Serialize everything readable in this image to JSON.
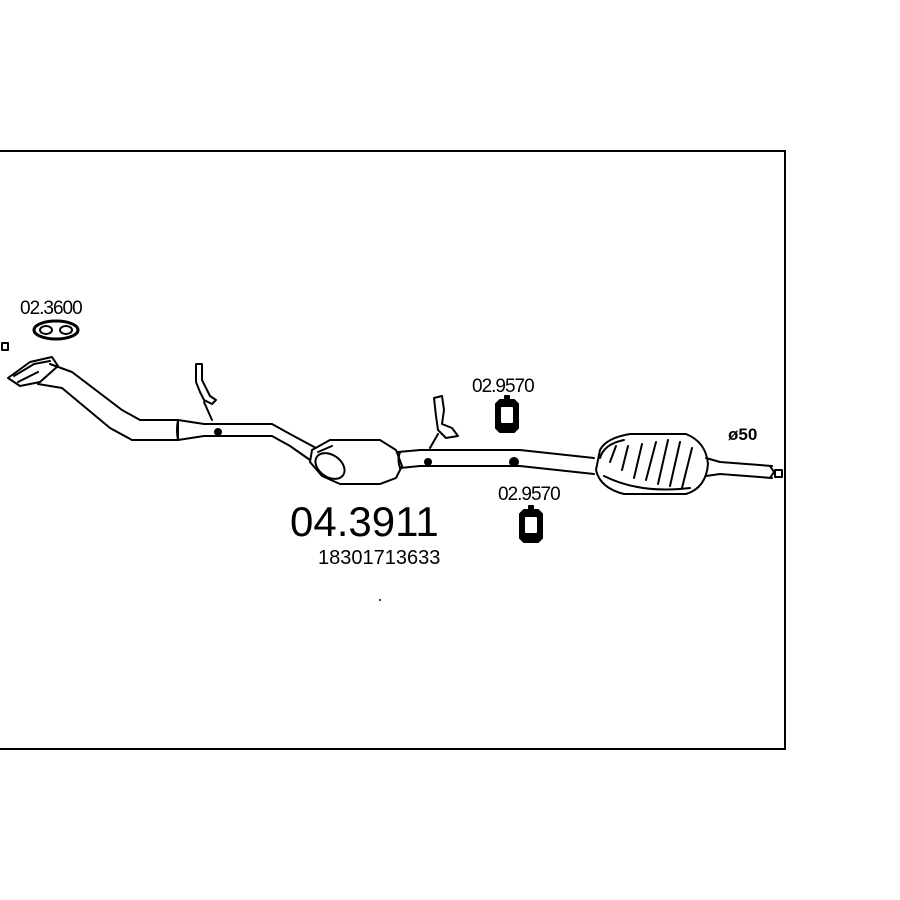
{
  "part_number": "04.3911",
  "oem_number": "18301713633",
  "diameter_label": "ø50",
  "accessories": [
    {
      "code": "02.3600",
      "kind": "gasket"
    },
    {
      "code": "02.9570",
      "kind": "rubber-hanger"
    },
    {
      "code": "02.9570",
      "kind": "rubber-hanger"
    }
  ],
  "colors": {
    "line": "#000000",
    "background": "#ffffff"
  }
}
